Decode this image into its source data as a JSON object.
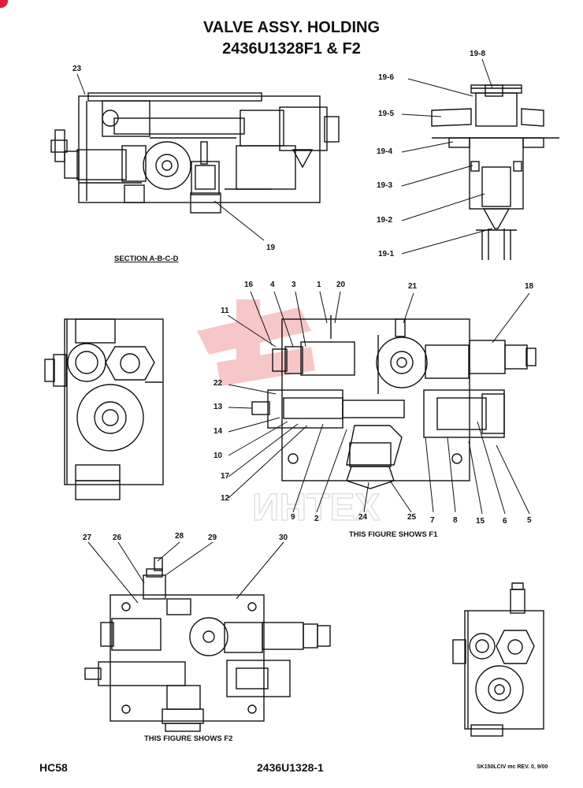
{
  "title": {
    "line1": "VALVE ASSY. HOLDING",
    "line2": "2436U1328F1 & F2"
  },
  "captions": {
    "section": "SECTION A-B-C-D",
    "fig_f1": "THIS FIGURE SHOWS F1",
    "fig_f2": "THIS FIGURE SHOWS F2"
  },
  "footer": {
    "left": "HC58",
    "center": "2436U1328-1",
    "right": "SK150LCIV mc REV. 0, 9/00"
  },
  "watermark": "ИНТЕХ",
  "labels": {
    "section": {
      "l23": "23",
      "l19": "19"
    },
    "detail": {
      "l19_8": "19-8",
      "l19_6": "19-6",
      "l19_5": "19-5",
      "l19_4": "19-4",
      "l19_3": "19-3",
      "l19_2": "19-2",
      "l19_1": "19-1"
    },
    "f1": {
      "l16": "16",
      "l4": "4",
      "l3": "3",
      "l1": "1",
      "l20": "20",
      "l21": "21",
      "l18": "18",
      "l11": "11",
      "l22": "22",
      "l13": "13",
      "l14": "14",
      "l10": "10",
      "l17": "17",
      "l12": "12",
      "l9": "9",
      "l2": "2",
      "l24": "24",
      "l25": "25",
      "l7": "7",
      "l8": "8",
      "l15": "15",
      "l6": "6",
      "l5": "5"
    },
    "f2": {
      "l27": "27",
      "l26": "26",
      "l28": "28",
      "l29": "29",
      "l30": "30"
    }
  }
}
